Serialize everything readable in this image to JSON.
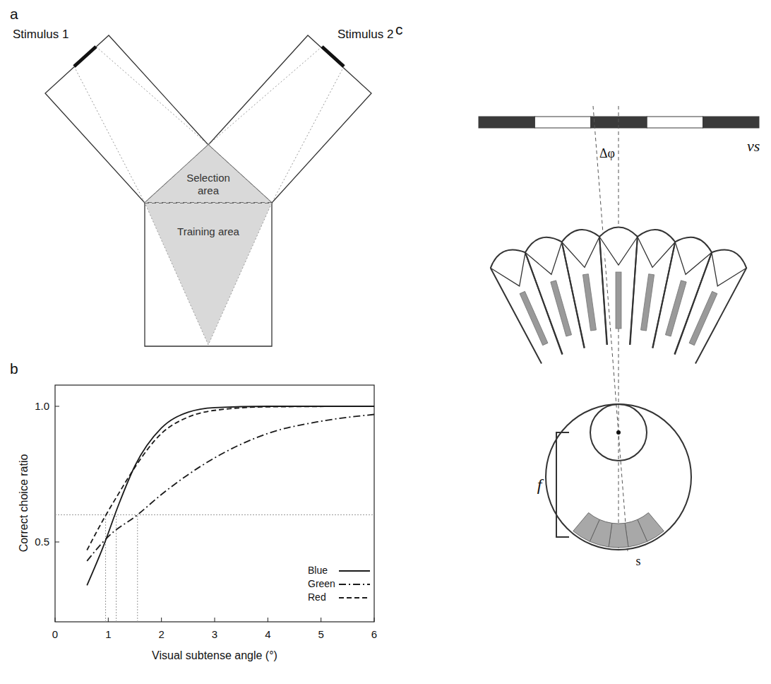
{
  "diagram": {
    "nodes": [
      {
        "text": [
          "Selection area"
        ]
      },
      {
        "text": [
          "Training area"
        ]
      }
    ],
    "labels": [
      "a",
      "Stimulus 1",
      "Stimulus 2",
      "b",
      "Correct choice ratio",
      "Visual subtense angle (°)",
      "0",
      "1",
      "2",
      "3",
      "4",
      "5",
      "6",
      "0.5",
      "1.0",
      "c",
      "νs",
      "Δφ",
      "f",
      "s"
    ],
    "legend": [
      {
        "text": "Blue"
      },
      {
        "text": "Green"
      },
      {
        "text": "Red"
      }
    ]
  }
}
